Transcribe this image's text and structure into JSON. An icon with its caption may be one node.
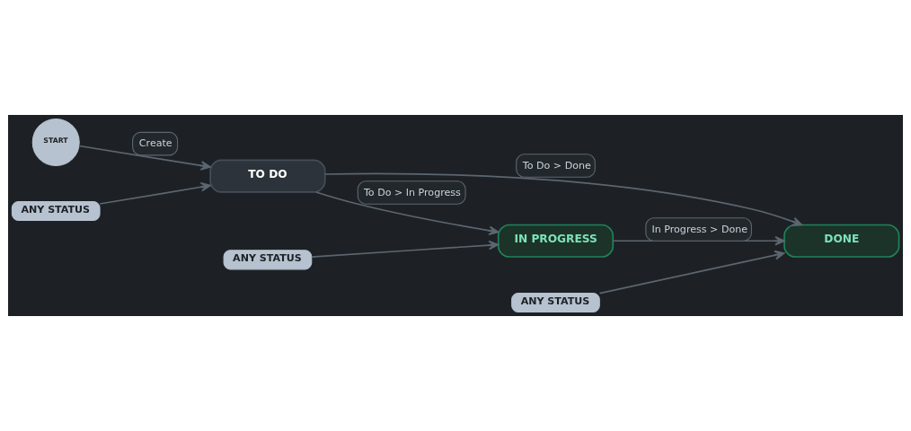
{
  "diagram": {
    "nodes": [
      {
        "text": [
          "START"
        ]
      },
      {
        "text": [
          "TO DO"
        ]
      },
      {
        "text": [
          "IN PROGRESS"
        ]
      },
      {
        "text": [
          "DONE"
        ]
      },
      {
        "text": [
          "ANY STATUS"
        ]
      },
      {
        "text": [
          "ANY STATUS"
        ]
      },
      {
        "text": [
          "ANY STATUS"
        ]
      }
    ],
    "edges": [
      {
        "from": 0,
        "to": 1,
        "arrow": "to",
        "label": "Create"
      },
      {
        "from": 1,
        "to": 3,
        "arrow": "to",
        "label": "To Do > Done"
      },
      {
        "from": 1,
        "to": 2,
        "arrow": "to",
        "label": "To Do > In Progress"
      },
      {
        "from": 2,
        "to": 3,
        "arrow": "to",
        "label": "In Progress > Done"
      },
      {
        "from": 4,
        "to": 1,
        "arrow": "to"
      },
      {
        "from": 5,
        "to": 2,
        "arrow": "to"
      },
      {
        "from": 6,
        "to": 3,
        "arrow": "to"
      }
    ]
  }
}
